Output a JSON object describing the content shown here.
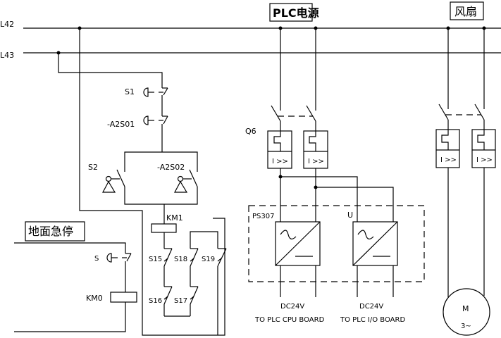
{
  "diagram": {
    "type": "electrical schematic",
    "buses": [
      {
        "id": "L42",
        "label": "L42"
      },
      {
        "id": "L43",
        "label": "L43"
      }
    ],
    "sections": {
      "plc_power": {
        "title": "PLC电源"
      },
      "fan": {
        "title": "风扇"
      },
      "ground_estop": {
        "title": "地面急停"
      }
    },
    "control_circuit": {
      "estop_buttons": [
        {
          "label": "S1"
        },
        {
          "label": "-A2S01"
        }
      ],
      "key_switches": [
        {
          "label": "S2"
        },
        {
          "label": "-A2S02"
        }
      ],
      "coil": {
        "label": "KM1"
      },
      "limit_switches": [
        {
          "label": "S15"
        },
        {
          "label": "S18"
        },
        {
          "label": "S19"
        },
        {
          "label": "S16"
        },
        {
          "label": "S17"
        }
      ]
    },
    "ground_estop_circuit": {
      "button": {
        "label": "S"
      },
      "coil": {
        "label": "KM0"
      }
    },
    "plc_power_circuit": {
      "breaker": {
        "label": "Q6",
        "trip_label": "I >>"
      },
      "supplies": [
        {
          "label": "PS307",
          "output": "DC24V",
          "target": "TO PLC CPU BOARD"
        },
        {
          "label": "U",
          "output": "DC24V",
          "target": "TO PLC I/O BOARD"
        }
      ]
    },
    "fan_circuit": {
      "breaker": {
        "trip_label": "I >>"
      },
      "motor": {
        "label": "M",
        "phase": "3~"
      }
    }
  }
}
